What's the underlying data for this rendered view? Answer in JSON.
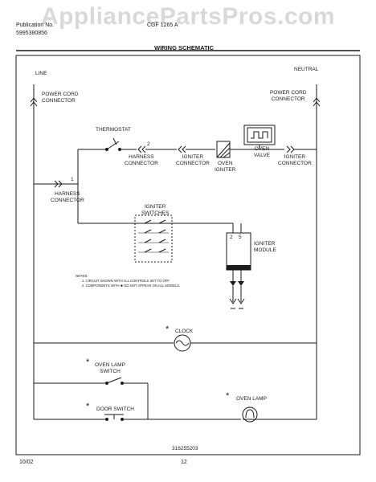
{
  "watermark": "AppliancePartsPros.com",
  "header": {
    "publication_label": "Publication No.",
    "part_number": "5995380856",
    "model": "CGF 1265 A",
    "title": "WIRING SCHEMATIC"
  },
  "labels": {
    "line": "LINE",
    "neutral": "NEUTRAL",
    "power_cord_left": [
      "POWER CORD",
      "CONNECTOR"
    ],
    "power_cord_right": [
      "POWER CORD",
      "CONNECTOR"
    ],
    "thermostat": "THERMOSTAT",
    "harness_connector_top": [
      "HARNESS",
      "CONNECTOR"
    ],
    "igniter_connector_top": [
      "IGNITER",
      "CONNECTOR"
    ],
    "oven_igniter": [
      "OVEN",
      "IGNITER"
    ],
    "oven_valve": [
      "OVEN",
      "VALVE"
    ],
    "igniter_connector_right": [
      "IGNITER",
      "CONNECTOR"
    ],
    "harness_connector_left": [
      "HARNESS",
      "CONNECTOR"
    ],
    "igniter_switches": [
      "IGNITER",
      "SWITCHES"
    ],
    "igniter_module": [
      "IGNITER",
      "MODULE"
    ],
    "clock": "CLOCK",
    "oven_lamp_switch": [
      "OVEN LAMP",
      "SWITCH"
    ],
    "door_switch": "DOOR SWITCH",
    "oven_lamp": "OVEN LAMP",
    "star": "*",
    "pin1": "1",
    "pin2": "2",
    "module_pin2": "2",
    "module_pin5": "5"
  },
  "notes": {
    "heading": "NOTES:",
    "items": [
      "1.  CIRCUIT SHOWN WITH ALL CONTROLS SET TO OFF.",
      "2.  COMPONENTS WITH  ✱  DO NOT APPEAR ON ALL MODELS."
    ]
  },
  "diagram_number": "316255203",
  "footer": {
    "date": "10/02",
    "page": "12"
  }
}
